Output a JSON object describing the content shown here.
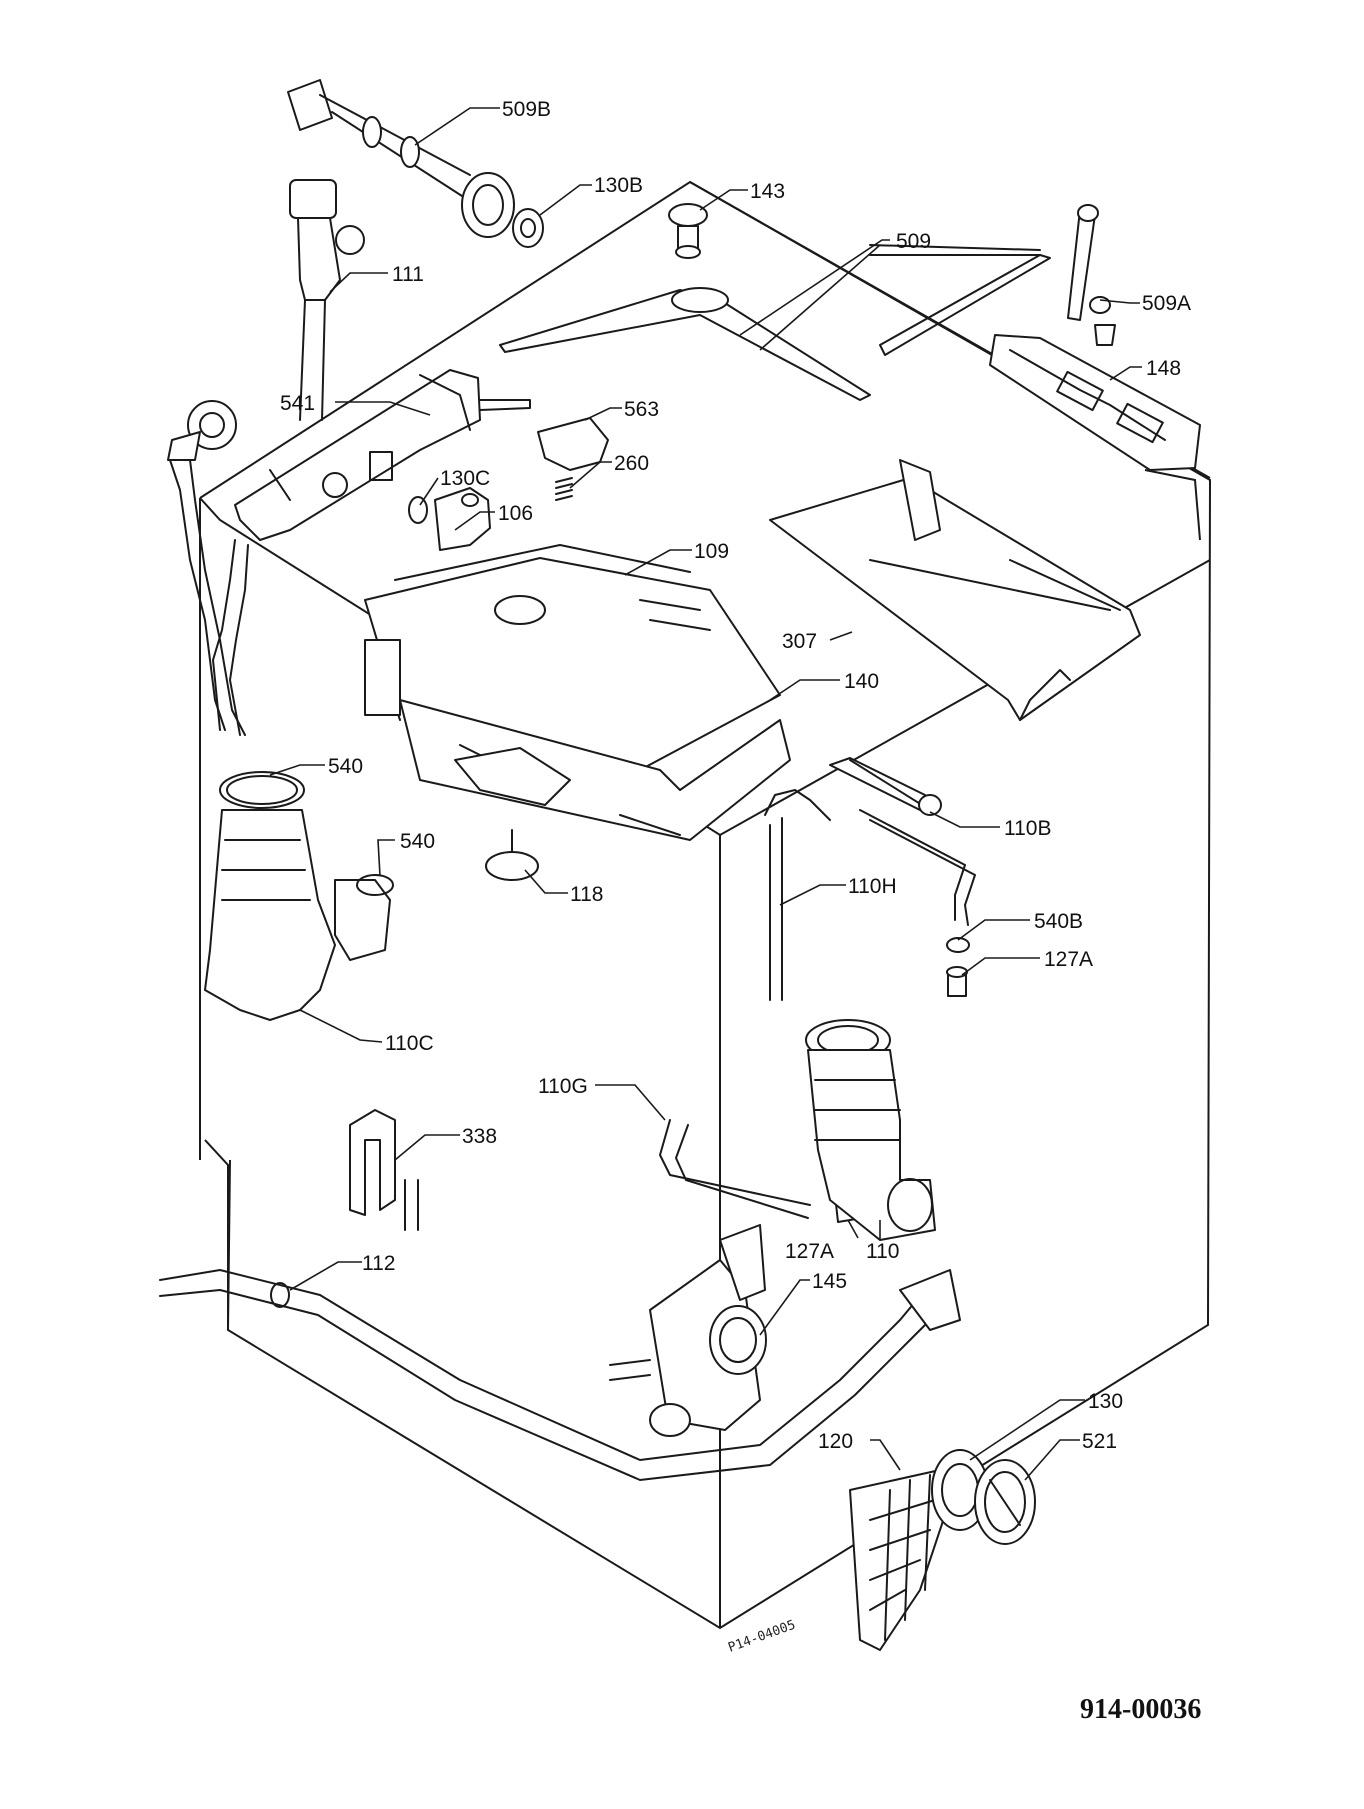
{
  "callouts": {
    "p509b": "509B",
    "p130b": "130B",
    "p143": "143",
    "p509": "509",
    "p509a": "509A",
    "p111": "111",
    "p148": "148",
    "p541": "541",
    "p563": "563",
    "p260": "260",
    "p130c": "130C",
    "p106": "106",
    "p109": "109",
    "p307": "307",
    "p140": "140",
    "p540_left": "540",
    "p540_right": "540",
    "p110b": "110B",
    "p118": "118",
    "p110h": "110H",
    "p540b": "540B",
    "p127a_top": "127A",
    "p110c": "110C",
    "p110g": "110G",
    "p338": "338",
    "p127a_bottom": "127A",
    "p110": "110",
    "p112": "112",
    "p145": "145",
    "p130": "130",
    "p120": "120",
    "p521": "521"
  },
  "drawing_number": "914-00036",
  "stamp_code": "P14-04005"
}
